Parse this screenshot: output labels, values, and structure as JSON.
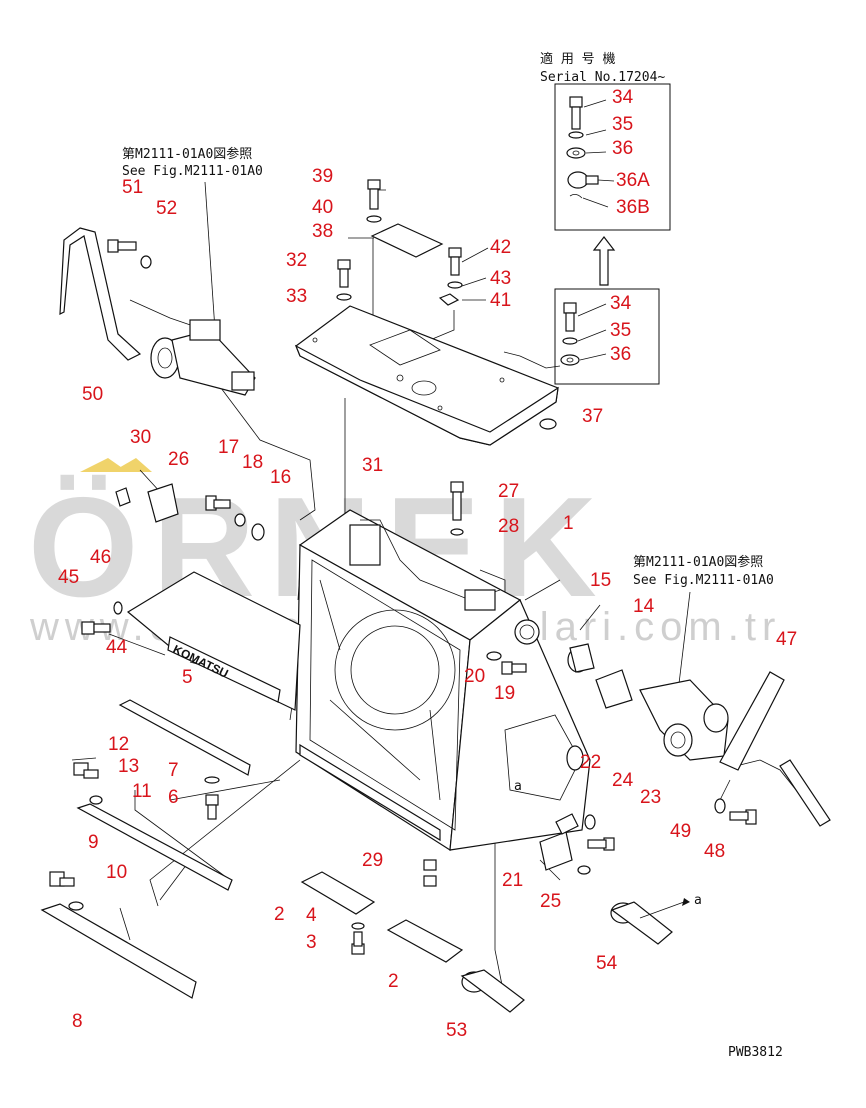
{
  "watermark": {
    "brand": "ÖRNEK",
    "url": "www.orneksimulasyonlari.com.tr",
    "color": "#d9d9d9",
    "accent_color": "#f0d36a"
  },
  "refs": {
    "serial_jp": "適 用 号 機",
    "serial_en": "Serial No.17204~",
    "see_jp_left": "第M2111-01A0図参照",
    "see_en_left": "See Fig.M2111-01A0",
    "see_jp_right": "第M2111-01A0図参照",
    "see_en_right": "See Fig.M2111-01A0"
  },
  "drawing_id": "PWB3812",
  "plate_text": "KOMATSU",
  "annotation_a": "a",
  "part_number_color": "#d8141b",
  "part_numbers": {
    "p1": "1",
    "p2a": "2",
    "p2b": "2",
    "p3": "3",
    "p4": "4",
    "p5": "5",
    "p6": "6",
    "p7": "7",
    "p8": "8",
    "p9": "9",
    "p10": "10",
    "p11": "11",
    "p12": "12",
    "p13": "13",
    "p14": "14",
    "p15": "15",
    "p16": "16",
    "p17": "17",
    "p18": "18",
    "p19": "19",
    "p20": "20",
    "p21": "21",
    "p22": "22",
    "p23": "23",
    "p24": "24",
    "p25": "25",
    "p26": "26",
    "p27": "27",
    "p28": "28",
    "p29": "29",
    "p30": "30",
    "p31": "31",
    "p32": "32",
    "p33": "33",
    "p34a": "34",
    "p35a": "35",
    "p36a": "36",
    "p36A": "36A",
    "p36B": "36B",
    "p34b": "34",
    "p35b": "35",
    "p36b": "36",
    "p37": "37",
    "p38": "38",
    "p39": "39",
    "p40": "40",
    "p41": "41",
    "p42": "42",
    "p43": "43",
    "p44": "44",
    "p45": "45",
    "p46": "46",
    "p47": "47",
    "p48": "48",
    "p49": "49",
    "p50": "50",
    "p51": "51",
    "p52": "52",
    "p53": "53",
    "p54": "54"
  }
}
